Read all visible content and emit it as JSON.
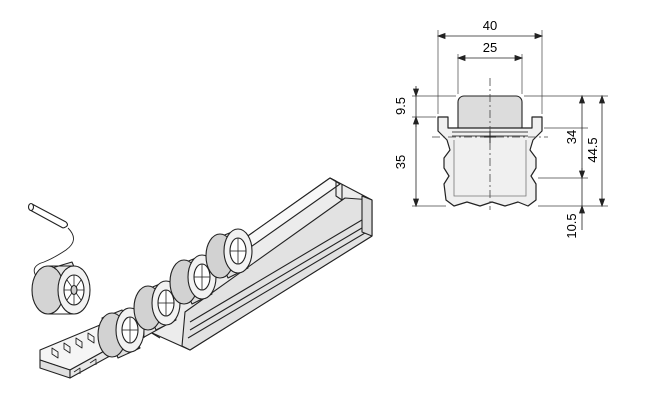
{
  "drawing": {
    "dimensions": {
      "overall_width": "40",
      "roller_width": "25",
      "roller_top": "9.5",
      "profile_height": "35",
      "rail_height": "34",
      "total_height": "44.5",
      "base": "10.5"
    },
    "colors": {
      "line": "#222222",
      "thin": "#555555",
      "roller_fill": "#d9d9d9",
      "profile_fill": "#e8e8e8",
      "background": "#ffffff"
    }
  }
}
